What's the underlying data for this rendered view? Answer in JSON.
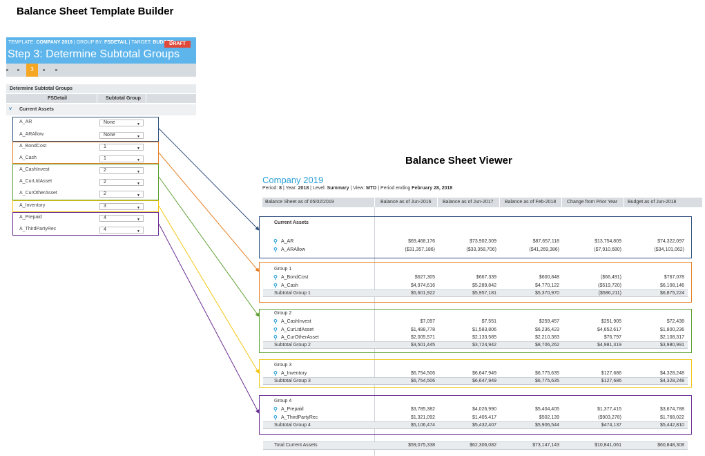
{
  "builder": {
    "title": "Balance Sheet Template Builder",
    "header": {
      "template_prefix": "TEMPLATE: ",
      "template": "COMPANY 2019",
      "group_prefix": " | GROUP BY: ",
      "group": "FSDETAIL",
      "target_prefix": " | TARGET: ",
      "target": "BUDGET",
      "badge": "DRAFT",
      "step_title": "Step 3: Determine Subtotal Groups",
      "active_step": "3"
    },
    "section_title": "Determine Subtotal Groups",
    "columns": [
      "FSDetail",
      "Subtotal Group"
    ],
    "category": "Current Assets",
    "rows": [
      {
        "label": "A_AR",
        "value": "None"
      },
      {
        "label": "A_ARAllow",
        "value": "None"
      },
      {
        "label": "A_BondCost",
        "value": "1"
      },
      {
        "label": "A_Cash",
        "value": "1"
      },
      {
        "label": "A_CashInvest",
        "value": "2"
      },
      {
        "label": "A_CurLtdAsset",
        "value": "2"
      },
      {
        "label": "A_CurOtherAsset",
        "value": "2"
      },
      {
        "label": "A_Inventory",
        "value": "3"
      },
      {
        "label": "A_Prepaid",
        "value": "4"
      },
      {
        "label": "A_ThirdPartyRec",
        "value": "4"
      }
    ]
  },
  "viewer": {
    "title": "Balance Sheet Viewer",
    "company": "Company 2019",
    "info": {
      "period_label": "Period: ",
      "period": "8",
      "year_label": " | Year: ",
      "year": "2018",
      "level_label": " | Level: ",
      "level": "Summary",
      "view_label": " | View: ",
      "view": "MTD",
      "ending_label": " | Period ending ",
      "ending": "February 28, 2018"
    },
    "columns": [
      "Balance Sheet as of 05/02/2019",
      "Balance as of Jun-2016",
      "Balance as of Jun-2017",
      "Balance as of Feb-2018",
      "Change from Prior Year",
      "Budget as of Jun-2018"
    ],
    "current_assets_label": "Current Assets",
    "ungrouped": [
      {
        "label": "A_AR",
        "values": [
          "$69,468,176",
          "$73,902,309",
          "$87,657,118",
          "$13,754,809",
          "$74,322,097"
        ]
      },
      {
        "label": "A_ARAllow",
        "values": [
          "($31,357,186)",
          "($33,358,706)",
          "($41,269,386)",
          "($7,910,680)",
          "($34,101,062)"
        ]
      }
    ],
    "groups": [
      {
        "name": "Group 1",
        "items": [
          {
            "label": "A_BondCost",
            "values": [
              "$627,305",
              "$667,339",
              "$600,848",
              "($66,491)",
              "$767,078"
            ]
          },
          {
            "label": "A_Cash",
            "values": [
              "$4,974,616",
              "$5,289,842",
              "$4,770,122",
              "($519,720)",
              "$6,108,146"
            ]
          }
        ],
        "subtotal_label": "Subtotal Group 1",
        "subtotal": [
          "$5,601,922",
          "$5,957,181",
          "$5,370,970",
          "($586,211)",
          "$6,875,224"
        ]
      },
      {
        "name": "Group 2",
        "items": [
          {
            "label": "A_CashInvest",
            "values": [
              "$7,097",
              "$7,551",
              "$259,457",
              "$251,905",
              "$72,438"
            ]
          },
          {
            "label": "A_CurLtdAsset",
            "values": [
              "$1,488,778",
              "$1,583,806",
              "$6,236,423",
              "$4,652,617",
              "$1,800,236"
            ]
          },
          {
            "label": "A_CurOtherAsset",
            "values": [
              "$2,005,571",
              "$2,133,585",
              "$2,210,383",
              "$76,797",
              "$2,108,317"
            ]
          }
        ],
        "subtotal_label": "Subtotal Group 2",
        "subtotal": [
          "$3,501,445",
          "$3,724,942",
          "$8,706,262",
          "$4,981,319",
          "$3,980,991"
        ]
      },
      {
        "name": "Group 3",
        "items": [
          {
            "label": "A_Inventory",
            "values": [
              "$6,754,506",
              "$6,647,949",
              "$6,775,635",
              "$127,686",
              "$4,328,248"
            ]
          }
        ],
        "subtotal_label": "Subtotal Group 3",
        "subtotal": [
          "$6,754,506",
          "$6,647,949",
          "$6,775,635",
          "$127,686",
          "$4,328,248"
        ]
      },
      {
        "name": "Group 4",
        "items": [
          {
            "label": "A_Prepaid",
            "values": [
              "$3,785,382",
              "$4,026,990",
              "$5,404,405",
              "$1,377,415",
              "$3,674,788"
            ]
          },
          {
            "label": "A_ThirdPartyRec",
            "values": [
              "$1,321,092",
              "$1,405,417",
              "$502,139",
              "($903,278)",
              "$1,768,022"
            ]
          }
        ],
        "subtotal_label": "Subtotal Group 4",
        "subtotal": [
          "$5,106,474",
          "$5,432,407",
          "$5,906,544",
          "$474,137",
          "$5,442,810"
        ]
      }
    ],
    "total_label": "Total Current Assets",
    "total": [
      "$59,075,338",
      "$62,306,082",
      "$73,147,143",
      "$10,841,061",
      "$60,848,308"
    ]
  },
  "colors": {
    "blue": "#2e4f7c",
    "orange": "#e67e22",
    "green": "#5a9e2f",
    "yellow": "#f1c40f",
    "purple": "#6a2c91",
    "accent": "#5db5ec"
  }
}
